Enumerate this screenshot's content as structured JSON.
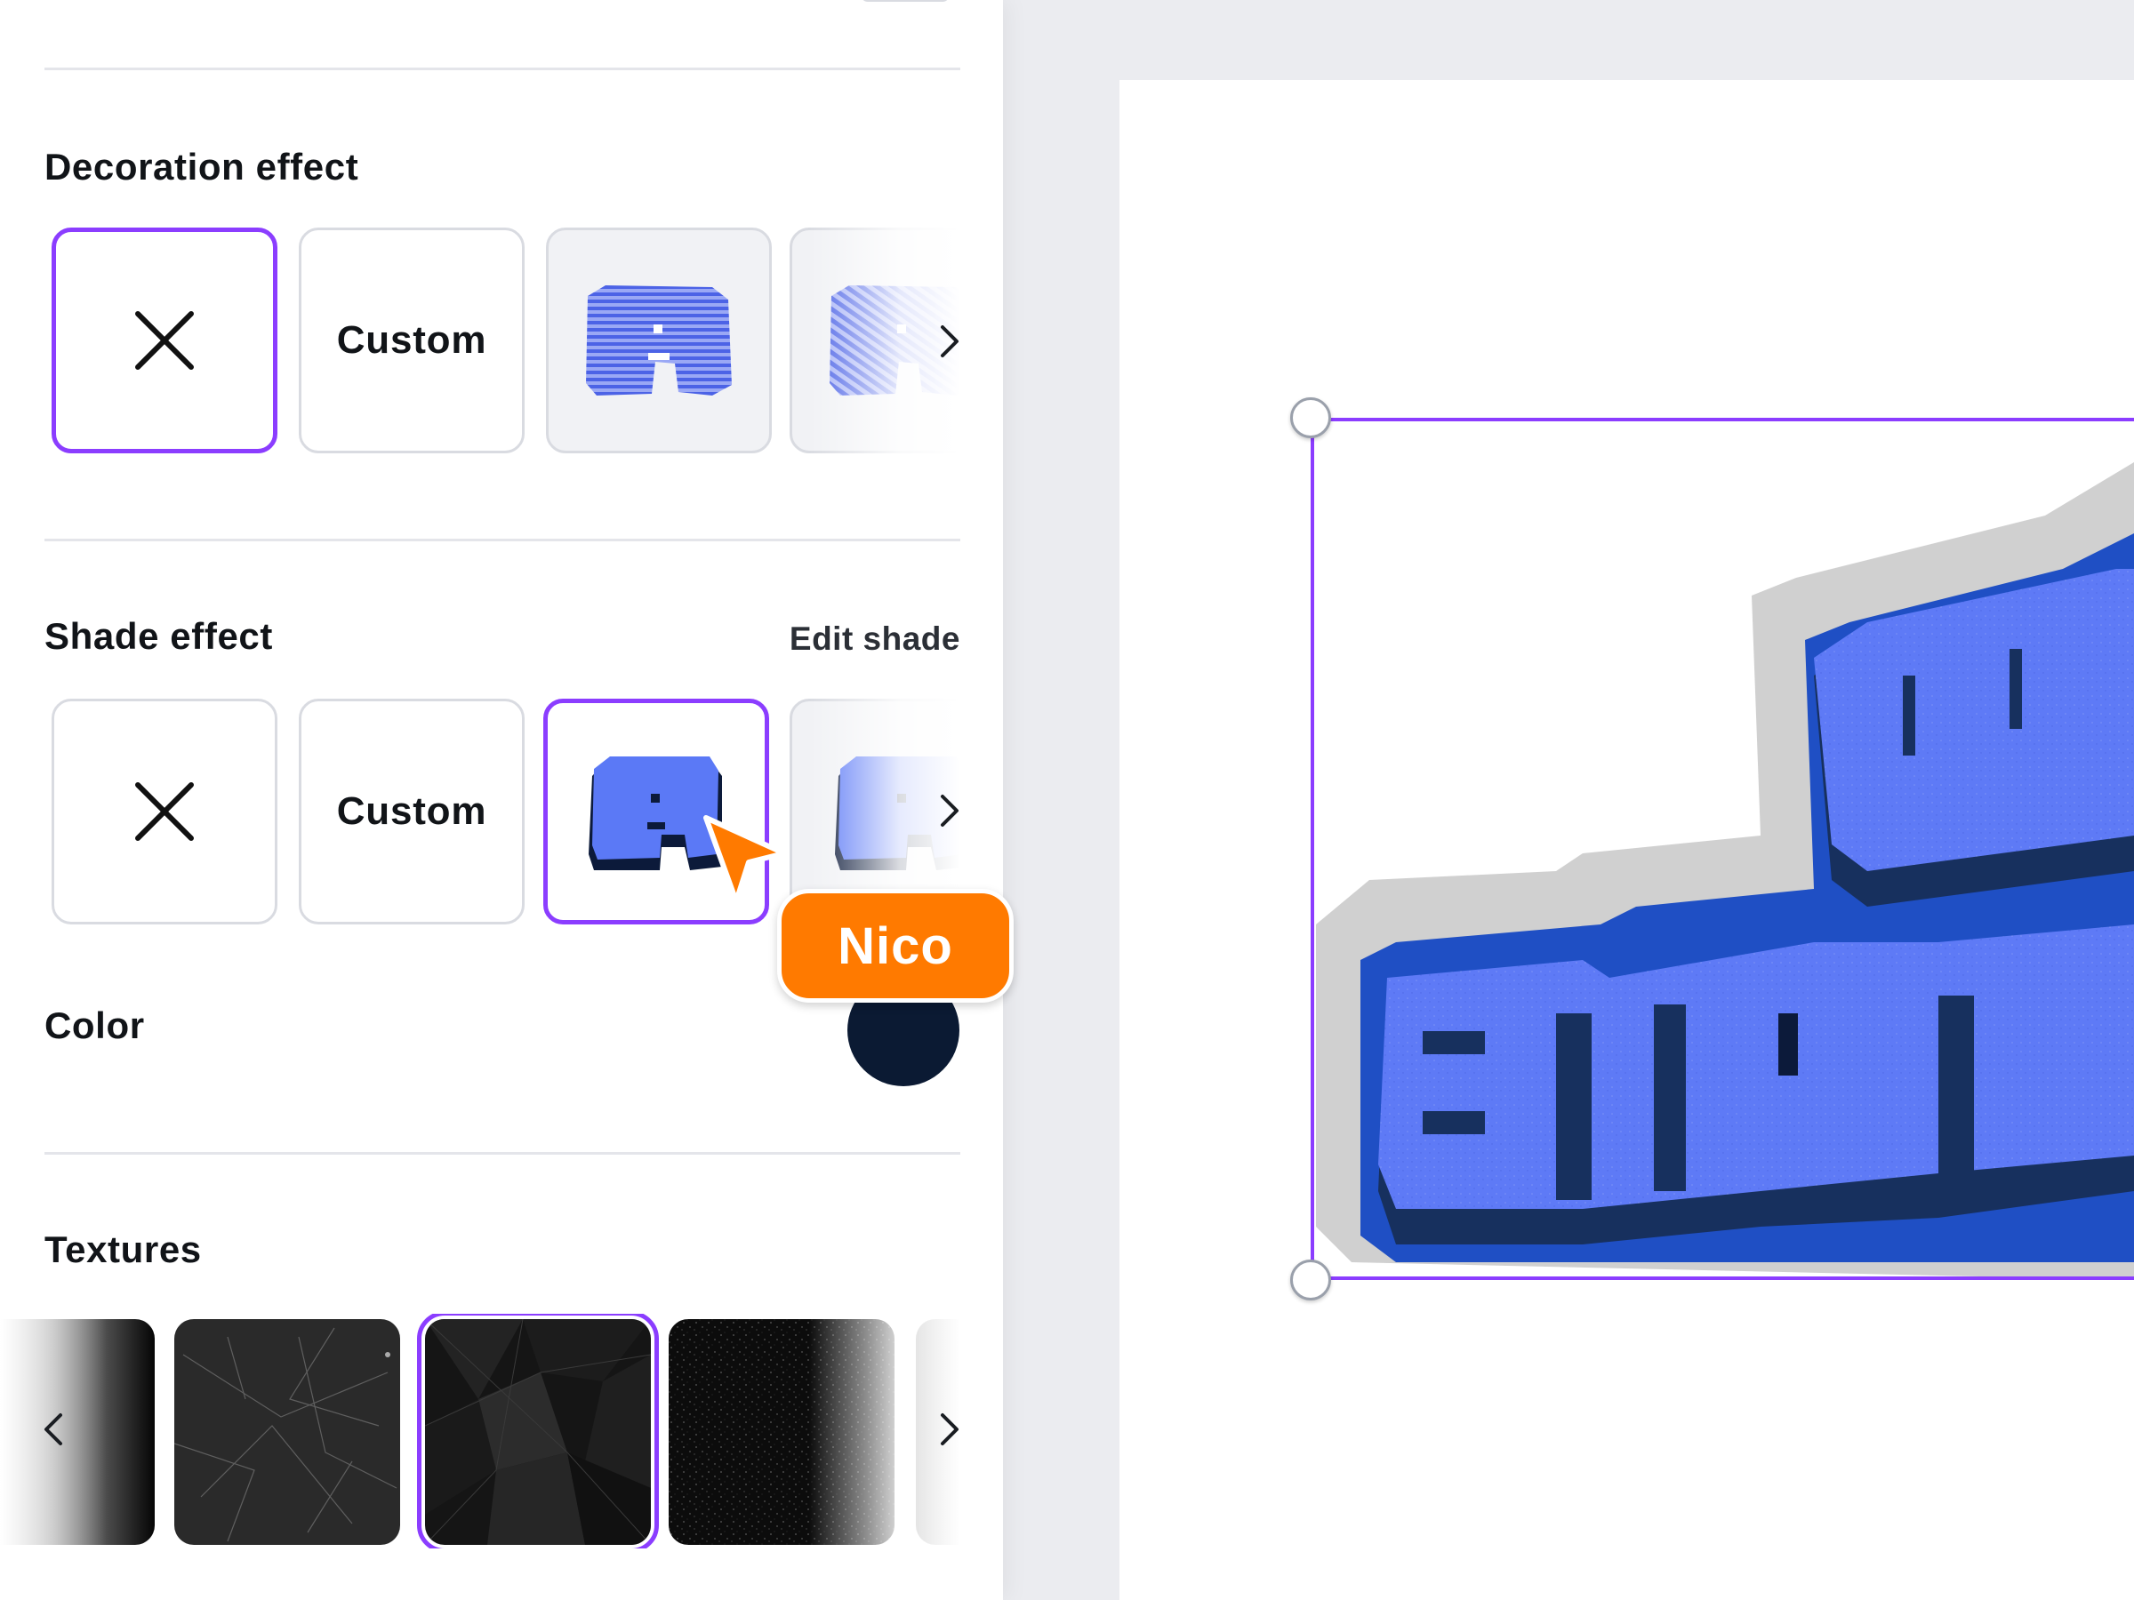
{
  "decoration": {
    "title": "Decoration effect",
    "tiles": [
      {
        "label": ""
      },
      {
        "label": "Custom"
      },
      {
        "label": ""
      },
      {
        "label": ""
      }
    ]
  },
  "shade": {
    "title": "Shade effect",
    "edit_label": "Edit shade",
    "tiles": [
      {
        "label": ""
      },
      {
        "label": "Custom"
      },
      {
        "label": ""
      },
      {
        "label": ""
      }
    ]
  },
  "color": {
    "label": "Color",
    "value": "#0b1a33"
  },
  "textures": {
    "title": "Textures"
  },
  "collaborator": {
    "name": "Nico",
    "color": "#ff7a00"
  },
  "accent_color": "#8b3dff",
  "icons": {
    "none": "close-x",
    "next": "chevron-right",
    "prev": "chevron-left"
  }
}
